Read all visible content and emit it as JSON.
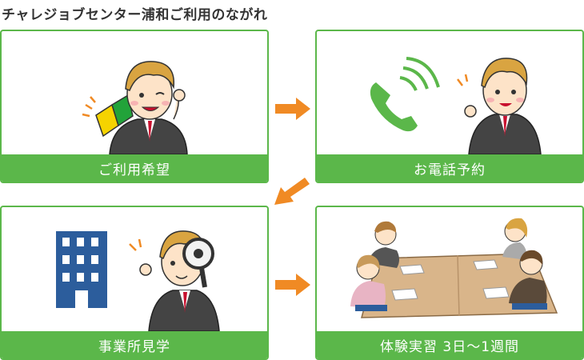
{
  "title": "チャレジョブセンター浦和ご利用のながれ",
  "steps": [
    {
      "label": "ご利用希望"
    },
    {
      "label": "お電話予約"
    },
    {
      "label": "事業所見学"
    },
    {
      "label": "体験実習 3日～1週間"
    }
  ],
  "colors": {
    "accent": "#5bb74a",
    "arrow": "#f08a24",
    "building": "#2c5d9c"
  },
  "icons": [
    "beginner-mark-icon",
    "phone-icon",
    "building-icon",
    "magnifier-icon",
    "arrow-right-icon",
    "arrow-down-left-icon"
  ]
}
